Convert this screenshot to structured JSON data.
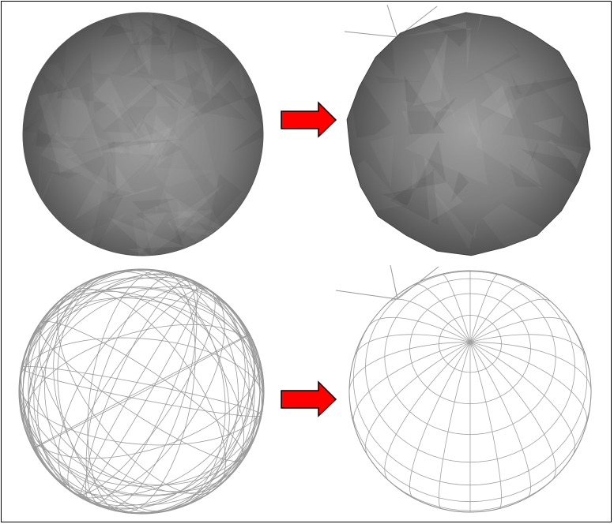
{
  "panels": [
    {
      "id": "top-left",
      "kind": "shaded",
      "mesh": "irregular"
    },
    {
      "id": "top-right",
      "kind": "shaded",
      "mesh": "regular"
    },
    {
      "id": "bottom-left",
      "kind": "wireframe",
      "mesh": "irregular"
    },
    {
      "id": "bottom-right",
      "kind": "wireframe",
      "mesh": "regular"
    }
  ],
  "arrows": [
    {
      "id": "top",
      "from": "top-left",
      "to": "top-right",
      "color": "#ff0000"
    },
    {
      "id": "bottom",
      "from": "bottom-left",
      "to": "bottom-right",
      "color": "#ff0000"
    }
  ],
  "colors": {
    "frame": "#000000",
    "sphere_light": "#9a9a9a",
    "sphere_dark": "#4a4a4a",
    "wire": "#9a9a9a"
  }
}
